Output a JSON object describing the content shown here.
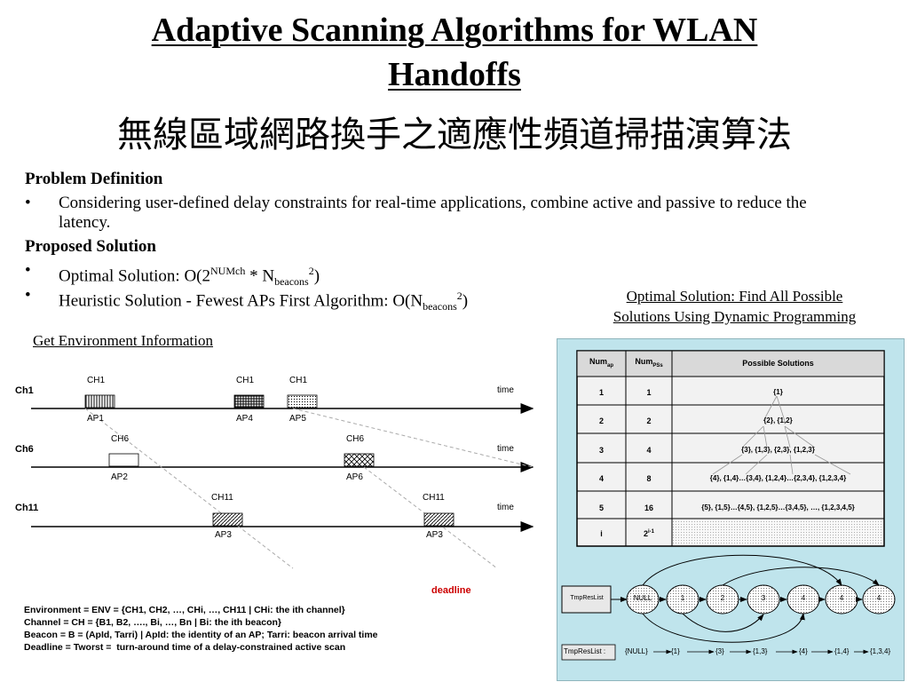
{
  "title_line1": "Adaptive Scanning Algorithms for WLAN",
  "title_line2": "Handoffs",
  "subtitle": "無線區域網路換手之適應性頻道掃描演算法",
  "problem": {
    "heading": "Problem Definition",
    "bullet_dot": "•",
    "bullet1": "Considering user-defined delay constraints for real-time applications, combine active and passive to reduce the latency."
  },
  "solution": {
    "heading": "Proposed Solution",
    "optimal_prefix": "Optimal Solution: O(2",
    "optimal_sup1": "NUMch",
    "optimal_mid": " * N",
    "optimal_sub": "beacons",
    "optimal_sup2": "2",
    "optimal_suffix": ")",
    "heuristic_prefix": "Heuristic Solution - Fewest APs First Algorithm: O(N",
    "heuristic_sub": "beacons",
    "heuristic_sup": "2",
    "heuristic_suffix": ")"
  },
  "caption_line1": "Optimal Solution: Find All Possible",
  "caption_line2": "Solutions Using Dynamic Programming",
  "env_heading": "Get Environment Information",
  "timeline": {
    "time_label": "time",
    "channels": [
      {
        "name": "Ch1"
      },
      {
        "name": "Ch6"
      },
      {
        "name": "Ch11"
      }
    ],
    "aps": [
      {
        "ch": "CH1",
        "ap": "AP1",
        "pattern": "vertical"
      },
      {
        "ch": "CH1",
        "ap": "AP4",
        "pattern": "grid"
      },
      {
        "ch": "CH1",
        "ap": "AP5",
        "pattern": "dots"
      },
      {
        "ch": "CH6",
        "ap": "AP2",
        "pattern": "blank"
      },
      {
        "ch": "CH6",
        "ap": "AP6",
        "pattern": "cross"
      },
      {
        "ch": "CH11",
        "ap": "AP3",
        "pattern": "diagonal"
      },
      {
        "ch": "CH11",
        "ap": "AP3",
        "pattern": "diagonal"
      }
    ],
    "deadline": "deadline"
  },
  "definitions": [
    "Environment = ENV = {CH1, CH2, …, CHi, …, CH11 | CHi: the ith channel}",
    "Channel = CH = {B1, B2, …., Bi, …, Bn | Bi: the ith beacon}",
    "Beacon = B = (ApId, Tarri) | ApId: the identity of an AP; Tarri: beacon arrival time",
    "Deadline = Tworst =  turn-around time of a delay-constrained active scan"
  ],
  "table": {
    "headers": [
      "Num",
      "Num",
      "Possible Solutions"
    ],
    "header_subs": [
      "ap",
      "PSs",
      ""
    ],
    "rows": [
      [
        "1",
        "1",
        "{1}"
      ],
      [
        "2",
        "2",
        "{2}, {1,2}"
      ],
      [
        "3",
        "4",
        "{3}, {1,3}, {2,3}, {1,2,3}"
      ],
      [
        "4",
        "8",
        "{4}, {1,4}…{3,4}, {1,2,4}…{2,3,4}, {1,2,3,4}"
      ],
      [
        "5",
        "16",
        "{5}, {1,5}…{4,5}, {1,2,5}…{3,4,5}, …, {1,2,3,4,5}"
      ],
      [
        "i",
        "2",
        ""
      ]
    ],
    "last_row_sup": "i-1"
  },
  "dp": {
    "list_label": "TmpResList",
    "nodes": [
      "NULL",
      "1",
      "2",
      "3",
      "4",
      "4",
      "4"
    ],
    "bottom_label": "TmpResList :",
    "bottom_items": [
      "{NULL}",
      "{1}",
      "{3}",
      "{1,3}",
      "{4}",
      "{1,4}",
      "{1,3,4}"
    ]
  },
  "colors": {
    "deadline": "#cc0000",
    "panel": "#bfe4ec",
    "table_bg": "#f2f2f2",
    "header_bg": "#d9d9d9"
  }
}
